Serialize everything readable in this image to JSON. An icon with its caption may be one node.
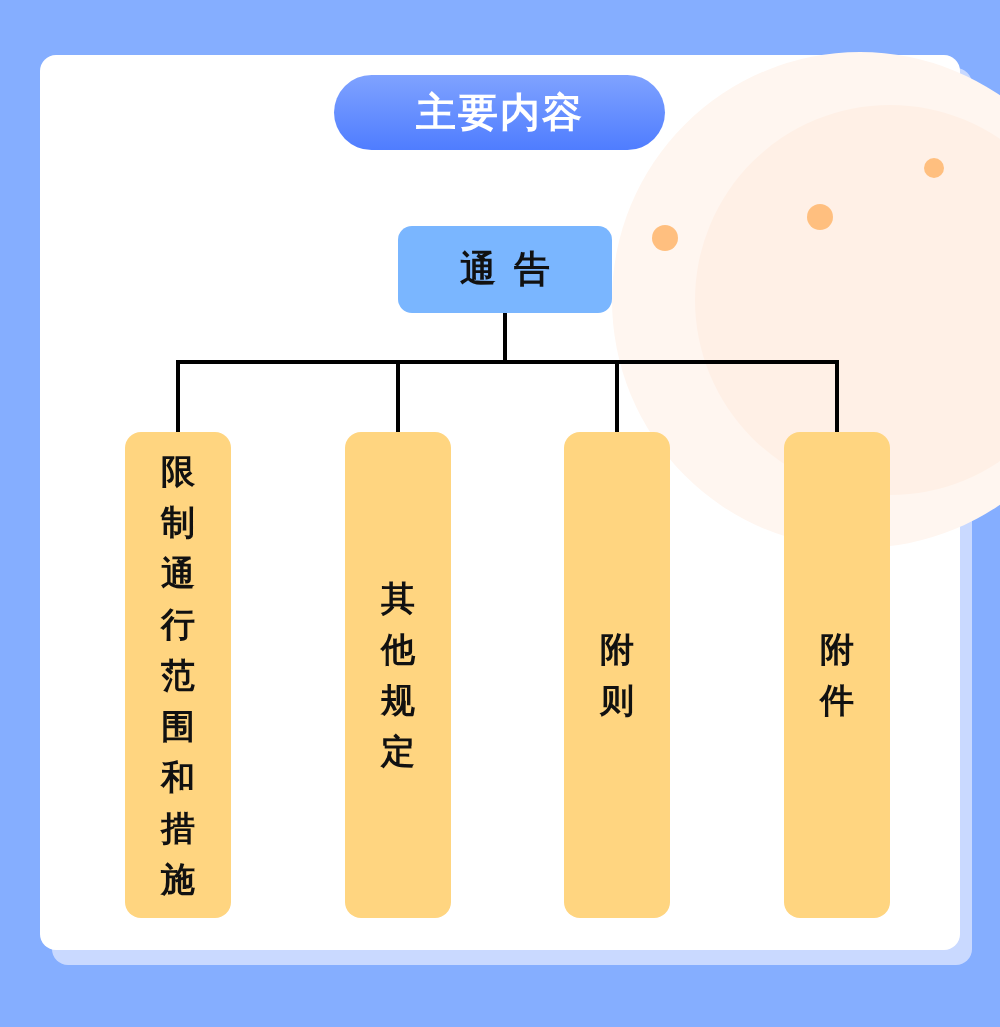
{
  "diagram": {
    "title": "主要内容",
    "nodes": [
      {
        "text": [
          "通告"
        ]
      },
      {
        "text": [
          "限制通行范围和措施"
        ]
      },
      {
        "text": [
          "其他规定"
        ]
      },
      {
        "text": [
          "附则"
        ]
      },
      {
        "text": [
          "附件"
        ]
      }
    ],
    "edges": [
      {
        "from": 0,
        "to": 1,
        "arrow": "none"
      },
      {
        "from": 0,
        "to": 2,
        "arrow": "none"
      },
      {
        "from": 0,
        "to": 3,
        "arrow": "none"
      },
      {
        "from": 0,
        "to": 4,
        "arrow": "none"
      }
    ]
  }
}
